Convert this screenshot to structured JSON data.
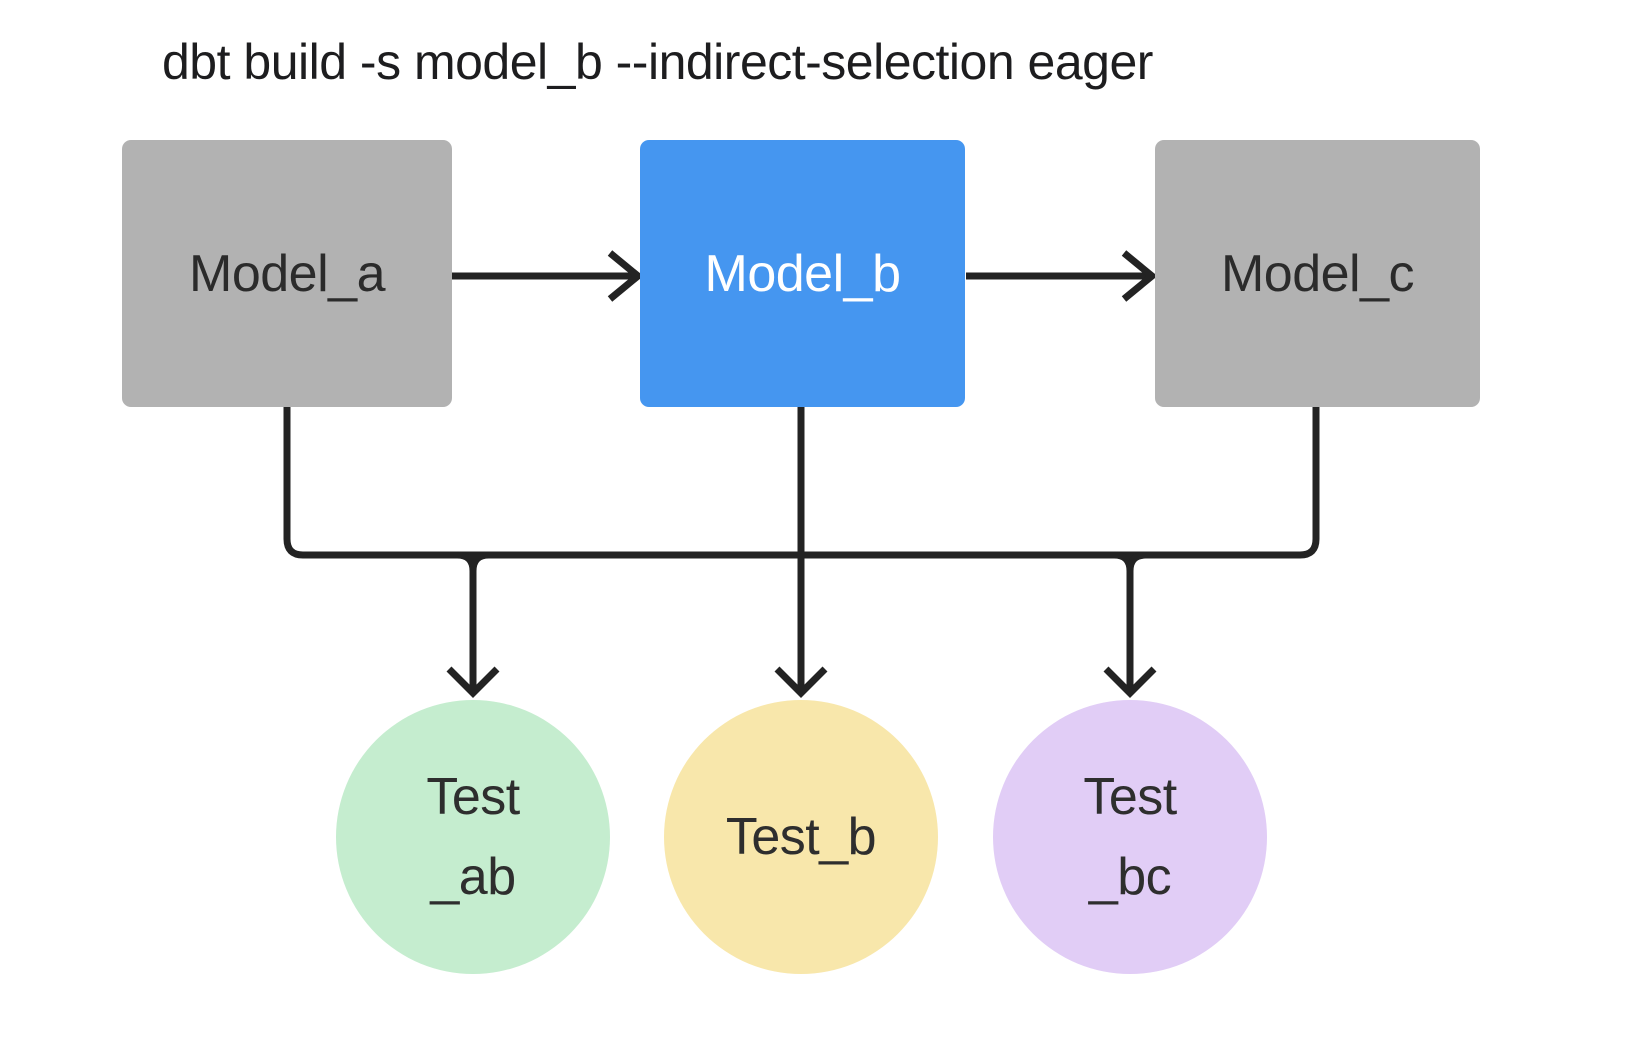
{
  "title": "dbt build -s model_b --indirect-selection eager",
  "colors": {
    "background": "#ffffff",
    "model_default": "#b2b2b2",
    "model_selected": "#4596f0",
    "test_ab": "#c5edcf",
    "test_b": "#f8e7ab",
    "test_bc": "#e1cdf6",
    "edge": "#232323"
  },
  "nodes": {
    "model_a": {
      "label": "Model_a"
    },
    "model_b": {
      "label": "Model_b"
    },
    "model_c": {
      "label": "Model_c"
    },
    "test_ab": {
      "line1": "Test",
      "line2": "_ab"
    },
    "test_b": {
      "label": "Test_b"
    },
    "test_bc": {
      "line1": "Test",
      "line2": "_bc"
    }
  }
}
